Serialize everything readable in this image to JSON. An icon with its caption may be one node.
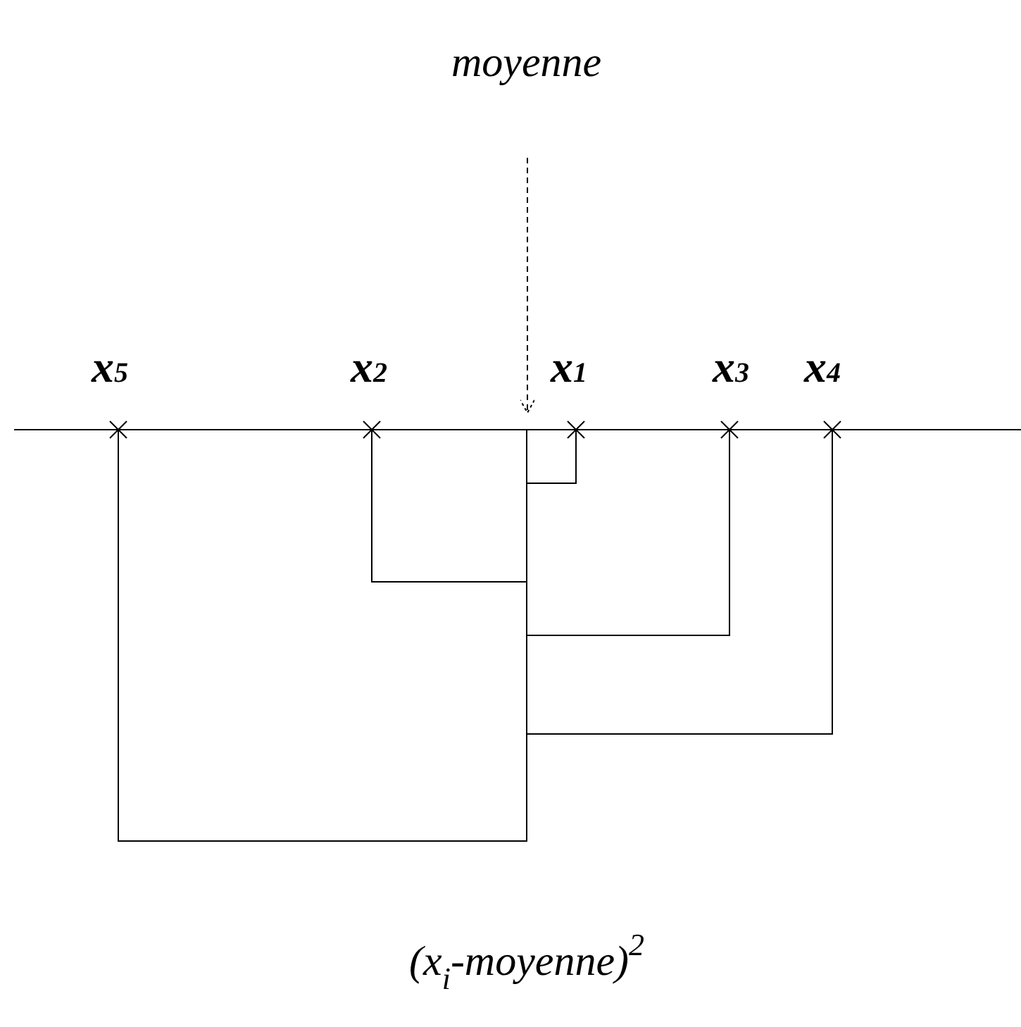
{
  "diagram": {
    "nodes": [
      {
        "text": [
          "moyenne"
        ]
      },
      {
        "text": [],
        "shape": "line"
      }
    ],
    "edges": [
      {
        "from": 0,
        "to": 1,
        "arrow": "to",
        "style": "dashed"
      }
    ],
    "labels": [
      "x$_{5}$",
      "x$_{2}$",
      "x$_{1}$",
      "x$_{3}$",
      "x$_{4}$",
      "(x$_{i}$-moyenne)$^{2}$"
    ]
  }
}
